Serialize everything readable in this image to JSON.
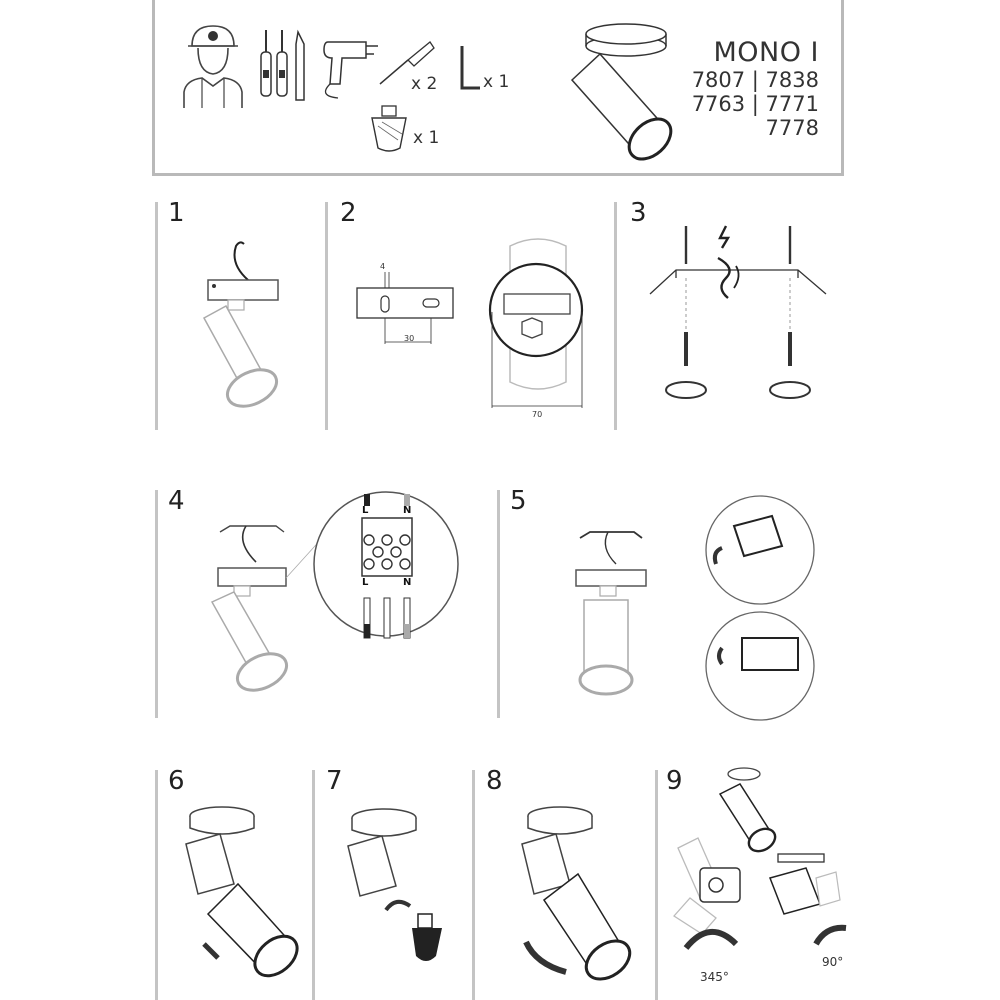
{
  "header": {
    "product_name": "MONO I",
    "codes": [
      "7807 | 7838",
      "7763 | 7771",
      "7778"
    ],
    "qty_anchors": "x 2",
    "qty_hex_key": "x 1",
    "qty_bulb": "x 1",
    "icons": [
      "electrician-icon",
      "screwdriver-icon",
      "drill-icon",
      "wall-plug-icon",
      "hex-key-icon",
      "gu10-bulb-icon",
      "lamp-icon"
    ]
  },
  "steps": {
    "s1": "1",
    "s2": "2",
    "s3": "3",
    "s4": "4",
    "s5": "5",
    "s6": "6",
    "s7": "7",
    "s8": "8",
    "s9": "9"
  },
  "dimensions": {
    "hole": "4",
    "spacing": "30",
    "width": "70"
  },
  "terminals": {
    "live": "L",
    "neutral": "N"
  },
  "angles": {
    "swivel": "345°",
    "tilt": "90°"
  },
  "colors": {
    "line": "#555555",
    "frame": "#b9b9b9",
    "divider": "#c4c4c4"
  }
}
